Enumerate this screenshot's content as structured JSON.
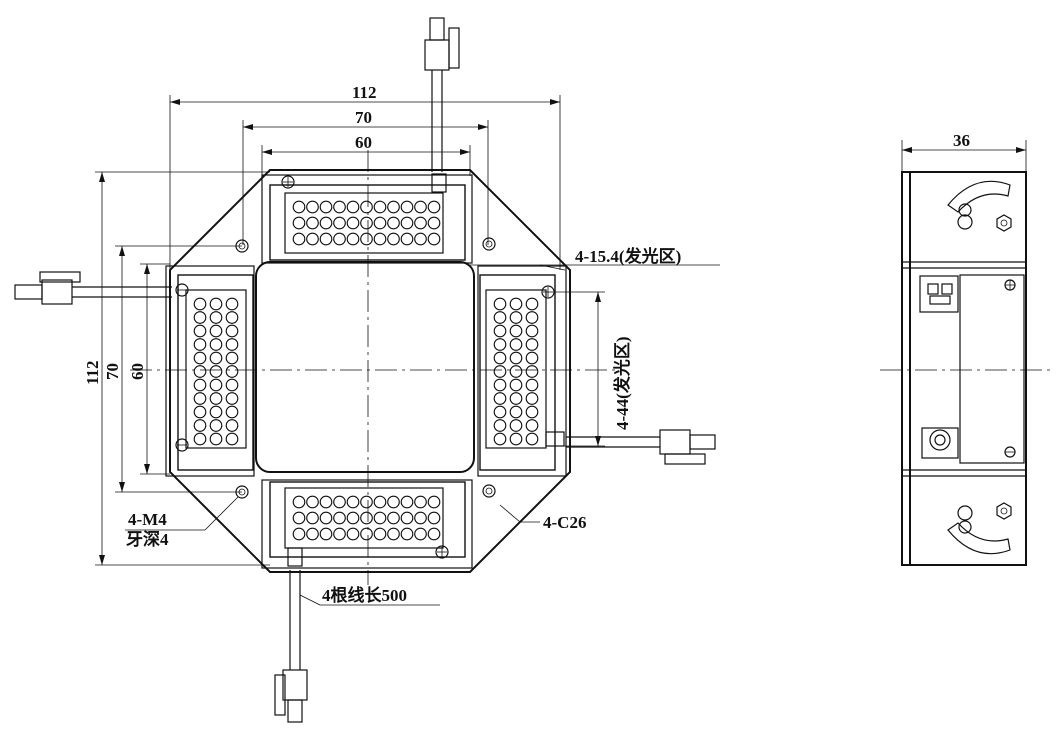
{
  "dimensions": {
    "overall_width": "112",
    "mid_width": "70",
    "inner_width": "60",
    "overall_height": "112",
    "mid_height": "70",
    "inner_height": "60",
    "side_depth": "36"
  },
  "annotations": {
    "emitting_area_width": "4-15.4(发光区)",
    "emitting_area_length": "4-44(发光区)",
    "thread_spec": "4-M4",
    "thread_depth": "牙深4",
    "chamfer": "4-C26",
    "cable_length": "4根线长500"
  }
}
